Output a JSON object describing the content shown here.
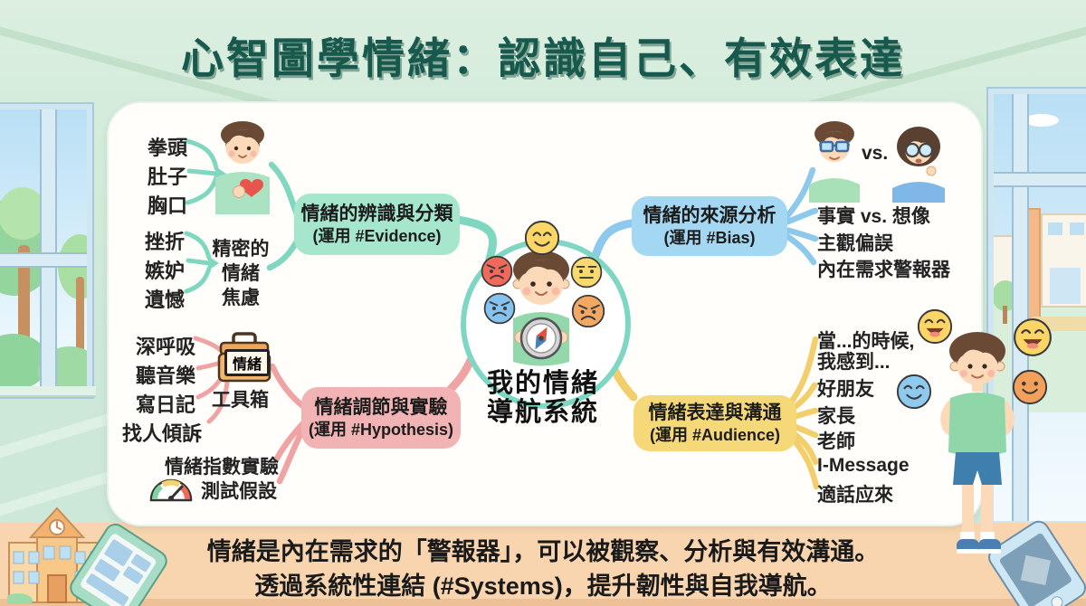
{
  "title": "心智圖學情緒：認識自己、有效表達",
  "center": {
    "line1": "我的情緒",
    "line2": "導航系統"
  },
  "branches": {
    "identify": {
      "title": "情緒的辨識與分類",
      "subtitle": "(運用 #Evidence)",
      "body_items": [
        "拳頭",
        "肚子",
        "胸口"
      ],
      "fine_triggers": [
        "挫折",
        "嫉妒",
        "遺憾"
      ],
      "fine_labels": [
        "精密的",
        "情緒",
        "焦慮"
      ]
    },
    "source": {
      "title": "情緒的來源分析",
      "subtitle": "(運用 #Bias)",
      "vs_label": "vs.",
      "items": [
        "事實 vs. 想像",
        "主觀偏誤",
        "內在需求警報器"
      ]
    },
    "regulate": {
      "title": "情緒調節與實驗",
      "subtitle": "(運用 #Hypothesis)",
      "methods": [
        "深呼吸",
        "聽音樂",
        "寫日記",
        "找人傾訴"
      ],
      "toolbox_label": "情緒",
      "toolbox_caption": "工具箱",
      "experiments": [
        "情緒指數實驗",
        "測試假設"
      ]
    },
    "express": {
      "title": "情緒表達與溝通",
      "subtitle": "(運用 #Audience)",
      "items": [
        "當...的時候,",
        "我感到...",
        "好朋友",
        "家長",
        "老師",
        "I-Message",
        "適話应來"
      ]
    }
  },
  "footer": {
    "line1": "情緒是內在需求的「警報器」，可以被觀察、分析與有效溝通。",
    "line2": "透過系統性連結 (#Systems)，提升韌性與自我導航。"
  },
  "colors": {
    "title_text": "#175a4d",
    "identify_box": "#a5e6cd",
    "source_box": "#a3d7f2",
    "regulate_box": "#f1b3b3",
    "express_box": "#f5d878",
    "hub_ring": "#7ed7c3",
    "floor": "#f8d5ae"
  }
}
